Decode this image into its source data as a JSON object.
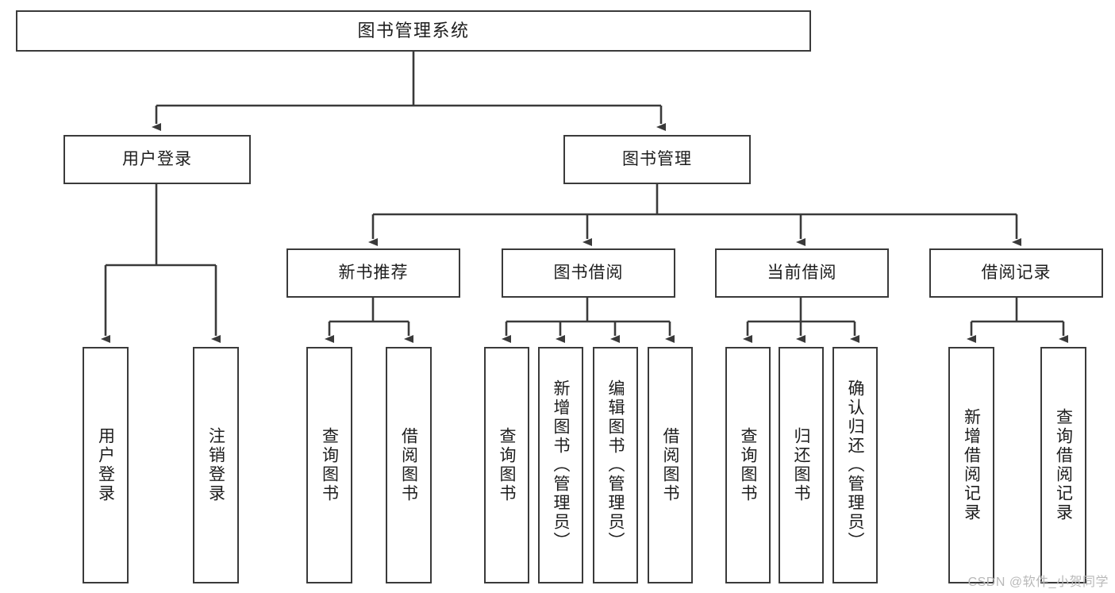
{
  "diagram": {
    "type": "tree",
    "title": "图书管理系统",
    "root": {
      "id": "root",
      "label": "图书管理系统"
    },
    "level2": [
      {
        "id": "user-login",
        "label": "用户登录"
      },
      {
        "id": "book-manage",
        "label": "图书管理"
      }
    ],
    "level3": [
      {
        "id": "new-book-rec",
        "label": "新书推荐",
        "parent": "book-manage"
      },
      {
        "id": "book-borrow",
        "label": "图书借阅",
        "parent": "book-manage"
      },
      {
        "id": "current-borrow",
        "label": "当前借阅",
        "parent": "book-manage"
      },
      {
        "id": "borrow-record",
        "label": "借阅记录",
        "parent": "book-manage"
      }
    ],
    "leaves": [
      {
        "id": "leaf-user-login",
        "label": "用户登录",
        "parent": "user-login"
      },
      {
        "id": "leaf-user-logout",
        "label": "注销登录",
        "parent": "user-login"
      },
      {
        "id": "leaf-rec-query",
        "label": "查询图书",
        "parent": "new-book-rec"
      },
      {
        "id": "leaf-rec-borrow",
        "label": "借阅图书",
        "parent": "new-book-rec"
      },
      {
        "id": "leaf-borrow-query",
        "label": "查询图书",
        "parent": "book-borrow"
      },
      {
        "id": "leaf-borrow-add",
        "label": "新增图书（管理员）",
        "parent": "book-borrow"
      },
      {
        "id": "leaf-borrow-edit",
        "label": "编辑图书（管理员）",
        "parent": "book-borrow"
      },
      {
        "id": "leaf-borrow-lend",
        "label": "借阅图书",
        "parent": "book-borrow"
      },
      {
        "id": "leaf-cur-query",
        "label": "查询图书",
        "parent": "current-borrow"
      },
      {
        "id": "leaf-cur-return",
        "label": "归还图书",
        "parent": "current-borrow"
      },
      {
        "id": "leaf-cur-confirm",
        "label": "确认归还（管理员）",
        "parent": "current-borrow"
      },
      {
        "id": "leaf-rec-add",
        "label": "新增借阅记录",
        "parent": "borrow-record"
      },
      {
        "id": "leaf-rec-query2",
        "label": "查询借阅记录",
        "parent": "borrow-record"
      }
    ]
  },
  "watermark": {
    "text": "CSDN @软件_小贺同学"
  },
  "colors": {
    "stroke": "#3a3a3a",
    "background": "#ffffff",
    "text": "#1d1d1d",
    "watermark": "#b9b9b9"
  }
}
